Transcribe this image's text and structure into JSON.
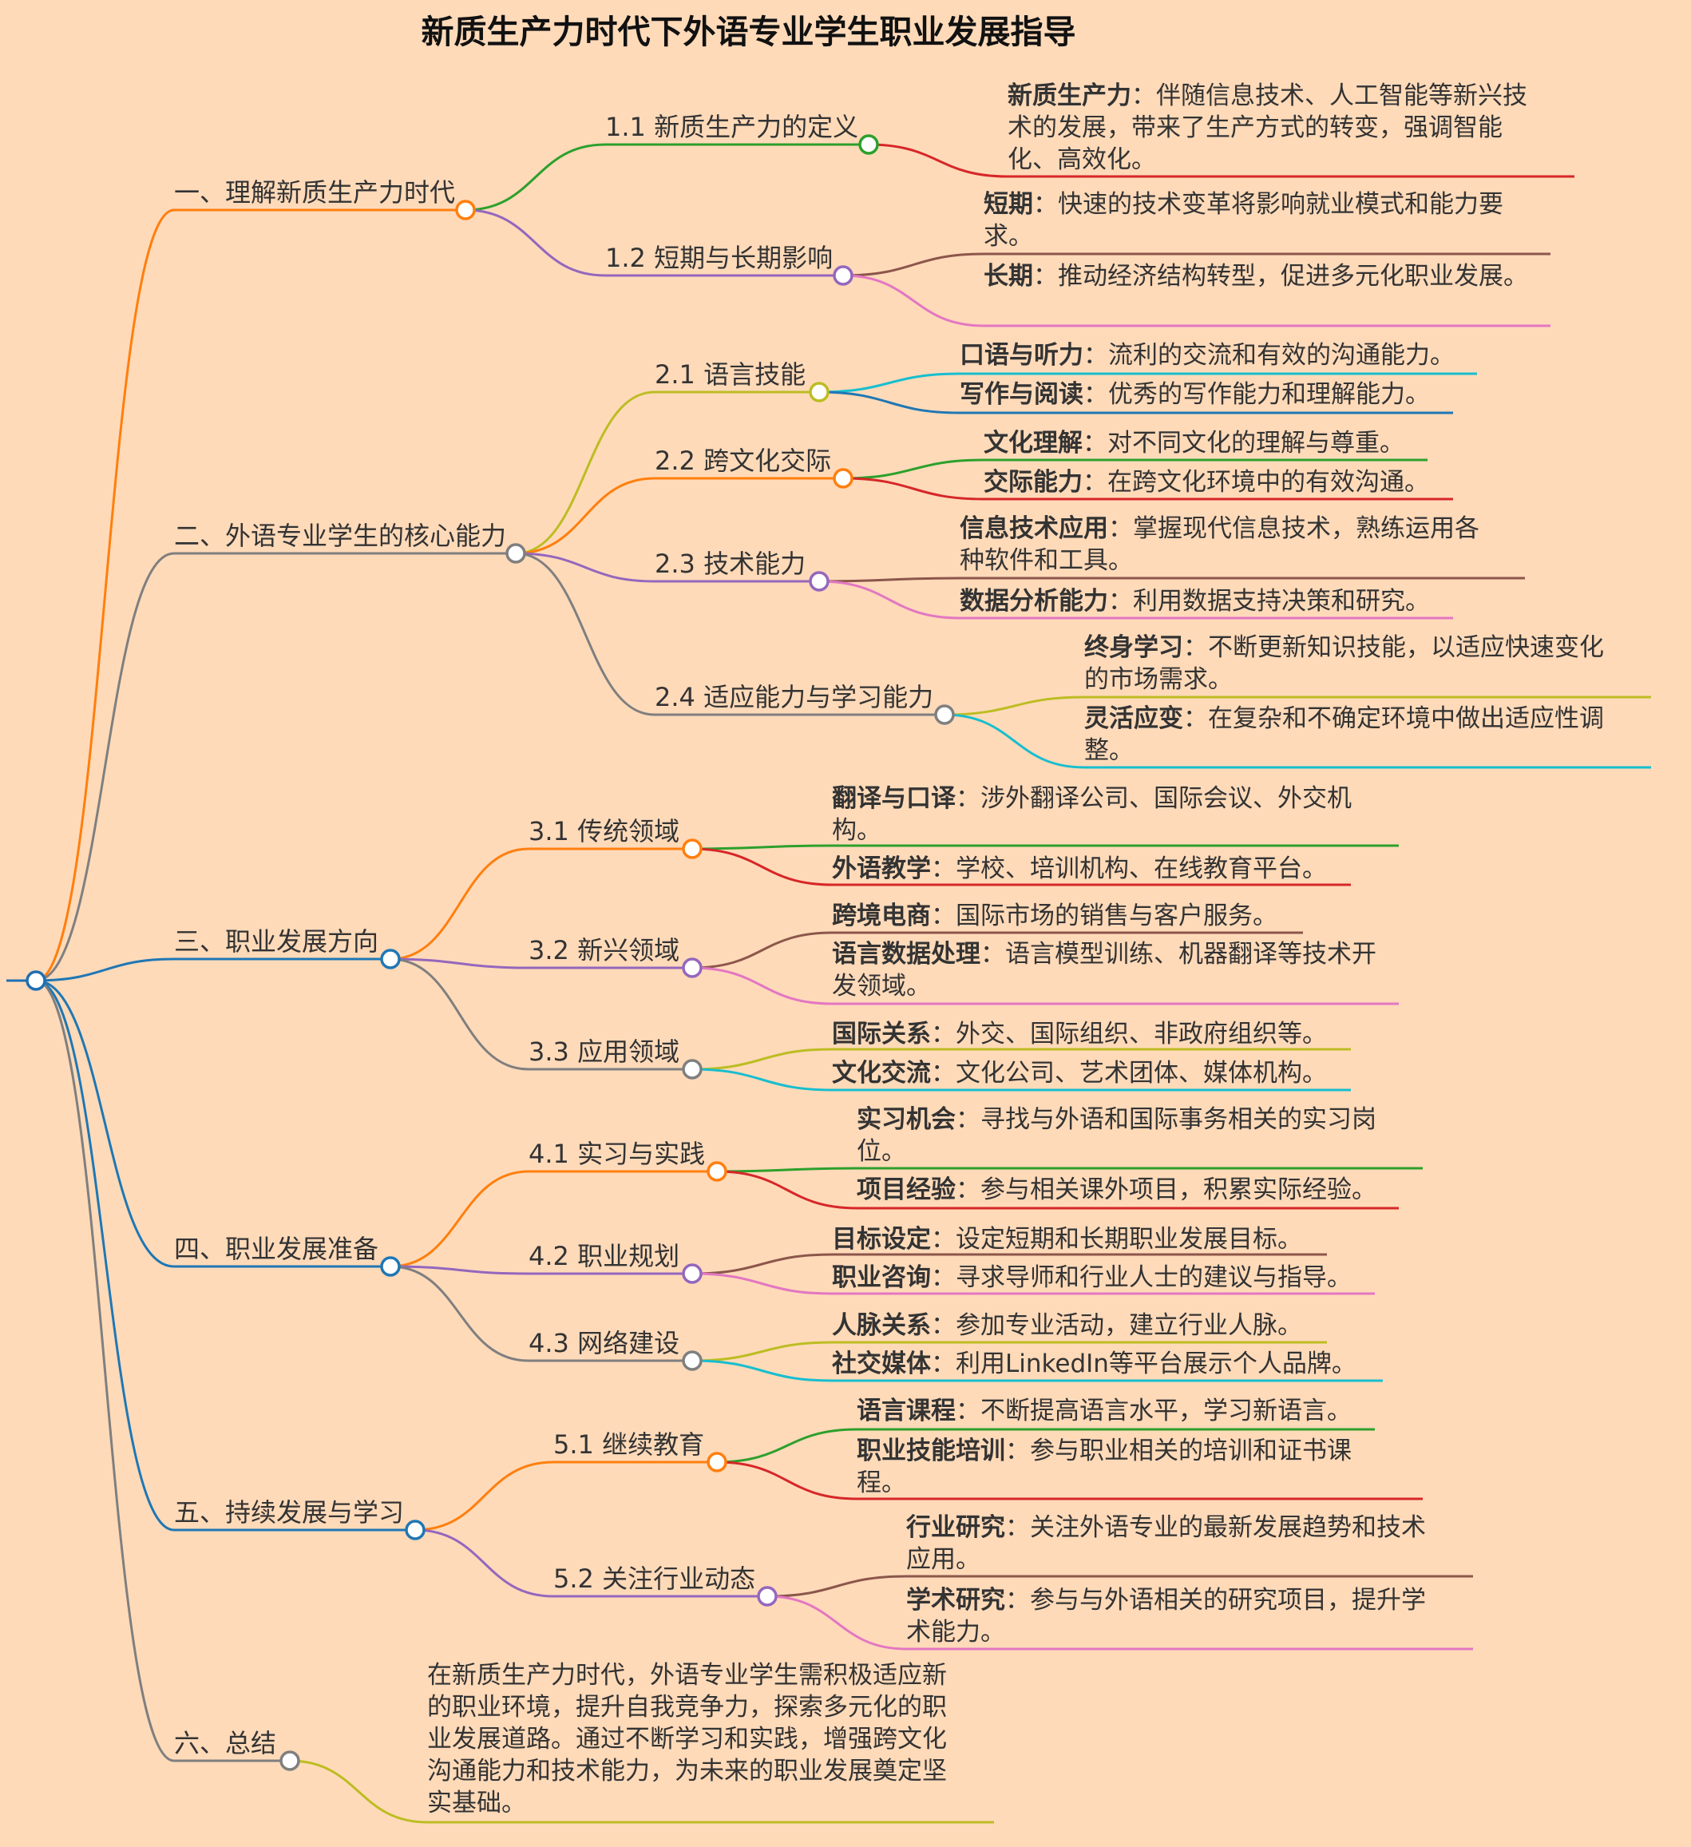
{
  "title": "新质生产力时代下外语专业学生职业发展指导",
  "colors": {
    "background": "#FFDAB9",
    "root_node": "#1F6FB2",
    "palette": [
      "#FF7F0E",
      "#2CA02C",
      "#D62728",
      "#9467BD",
      "#8C564B",
      "#E377C2",
      "#7F7F7F",
      "#BCBD22",
      "#17BECF",
      "#1F77B4"
    ]
  },
  "branches": [
    {
      "label": "一、理解新质生产力时代",
      "color": "#FF7F0E",
      "children": [
        {
          "label": "1.1 新质生产力的定义",
          "color": "#2CA02C",
          "leaves": [
            {
              "term": "新质生产力",
              "desc": "：伴随信息技术、人工智能等新兴技术的发展，带来了生产方式的转变，强调智能化、高效化。",
              "color": "#D62728"
            }
          ]
        },
        {
          "label": "1.2 短期与长期影响",
          "color": "#9467BD",
          "leaves": [
            {
              "term": "短期",
              "desc": "：快速的技术变革将影响就业模式和能力要求。",
              "color": "#8C564B"
            },
            {
              "term": "长期",
              "desc": "：推动经济结构转型，促进多元化职业发展。",
              "color": "#E377C2"
            }
          ]
        }
      ]
    },
    {
      "label": "二、外语专业学生的核心能力",
      "color": "#7F7F7F",
      "children": [
        {
          "label": "2.1 语言技能",
          "color": "#BCBD22",
          "leaves": [
            {
              "term": "口语与听力",
              "desc": "：流利的交流和有效的沟通能力。",
              "color": "#17BECF"
            },
            {
              "term": "写作与阅读",
              "desc": "：优秀的写作能力和理解能力。",
              "color": "#1F77B4"
            }
          ]
        },
        {
          "label": "2.2 跨文化交际",
          "color": "#FF7F0E",
          "leaves": [
            {
              "term": "文化理解",
              "desc": "：对不同文化的理解与尊重。",
              "color": "#2CA02C"
            },
            {
              "term": "交际能力",
              "desc": "：在跨文化环境中的有效沟通。",
              "color": "#D62728"
            }
          ]
        },
        {
          "label": "2.3 技术能力",
          "color": "#9467BD",
          "leaves": [
            {
              "term": "信息技术应用",
              "desc": "：掌握现代信息技术，熟练运用各种软件和工具。",
              "color": "#8C564B"
            },
            {
              "term": "数据分析能力",
              "desc": "：利用数据支持决策和研究。",
              "color": "#E377C2"
            }
          ]
        },
        {
          "label": "2.4 适应能力与学习能力",
          "color": "#7F7F7F",
          "leaves": [
            {
              "term": "终身学习",
              "desc": "：不断更新知识技能，以适应快速变化的市场需求。",
              "color": "#BCBD22"
            },
            {
              "term": "灵活应变",
              "desc": "：在复杂和不确定环境中做出适应性调整。",
              "color": "#17BECF"
            }
          ]
        }
      ]
    },
    {
      "label": "三、职业发展方向",
      "color": "#1F77B4",
      "children": [
        {
          "label": "3.1 传统领域",
          "color": "#FF7F0E",
          "leaves": [
            {
              "term": "翻译与口译",
              "desc": "：涉外翻译公司、国际会议、外交机构。",
              "color": "#2CA02C"
            },
            {
              "term": "外语教学",
              "desc": "：学校、培训机构、在线教育平台。",
              "color": "#D62728"
            }
          ]
        },
        {
          "label": "3.2 新兴领域",
          "color": "#9467BD",
          "leaves": [
            {
              "term": "跨境电商",
              "desc": "：国际市场的销售与客户服务。",
              "color": "#8C564B"
            },
            {
              "term": "语言数据处理",
              "desc": "：语言模型训练、机器翻译等技术开发领域。",
              "color": "#E377C2"
            }
          ]
        },
        {
          "label": "3.3 应用领域",
          "color": "#7F7F7F",
          "leaves": [
            {
              "term": "国际关系",
              "desc": "：外交、国际组织、非政府组织等。",
              "color": "#BCBD22"
            },
            {
              "term": "文化交流",
              "desc": "：文化公司、艺术团体、媒体机构。",
              "color": "#17BECF"
            }
          ]
        }
      ]
    },
    {
      "label": "四、职业发展准备",
      "color": "#1F77B4",
      "children": [
        {
          "label": "4.1 实习与实践",
          "color": "#FF7F0E",
          "leaves": [
            {
              "term": "实习机会",
              "desc": "：寻找与外语和国际事务相关的实习岗位。",
              "color": "#2CA02C"
            },
            {
              "term": "项目经验",
              "desc": "：参与相关课外项目，积累实际经验。",
              "color": "#D62728"
            }
          ]
        },
        {
          "label": "4.2 职业规划",
          "color": "#9467BD",
          "leaves": [
            {
              "term": "目标设定",
              "desc": "：设定短期和长期职业发展目标。",
              "color": "#8C564B"
            },
            {
              "term": "职业咨询",
              "desc": "：寻求导师和行业人士的建议与指导。",
              "color": "#E377C2"
            }
          ]
        },
        {
          "label": "4.3 网络建设",
          "color": "#7F7F7F",
          "leaves": [
            {
              "term": "人脉关系",
              "desc": "：参加专业活动，建立行业人脉。",
              "color": "#BCBD22"
            },
            {
              "term": "社交媒体",
              "desc": "：利用LinkedIn等平台展示个人品牌。",
              "color": "#17BECF"
            }
          ]
        }
      ]
    },
    {
      "label": "五、持续发展与学习",
      "color": "#1F77B4",
      "children": [
        {
          "label": "5.1 继续教育",
          "color": "#FF7F0E",
          "leaves": [
            {
              "term": "语言课程",
              "desc": "：不断提高语言水平，学习新语言。",
              "color": "#2CA02C"
            },
            {
              "term": "职业技能培训",
              "desc": "：参与职业相关的培训和证书课程。",
              "color": "#D62728"
            }
          ]
        },
        {
          "label": "5.2 关注行业动态",
          "color": "#9467BD",
          "leaves": [
            {
              "term": "行业研究",
              "desc": "：关注外语专业的最新发展趋势和技术应用。",
              "color": "#8C564B"
            },
            {
              "term": "学术研究",
              "desc": "：参与与外语相关的研究项目，提升学术能力。",
              "color": "#E377C2"
            }
          ]
        }
      ]
    },
    {
      "label": "六、总结",
      "color": "#7F7F7F",
      "summary": {
        "text": "在新质生产力时代，外语专业学生需积极适应新的职业环境，提升自我竞争力，探索多元化的职业发展道路。通过不断学习和实践，增强跨文化沟通能力和技术能力，为未来的职业发展奠定坚实基础。",
        "color": "#BCBD22"
      }
    }
  ]
}
